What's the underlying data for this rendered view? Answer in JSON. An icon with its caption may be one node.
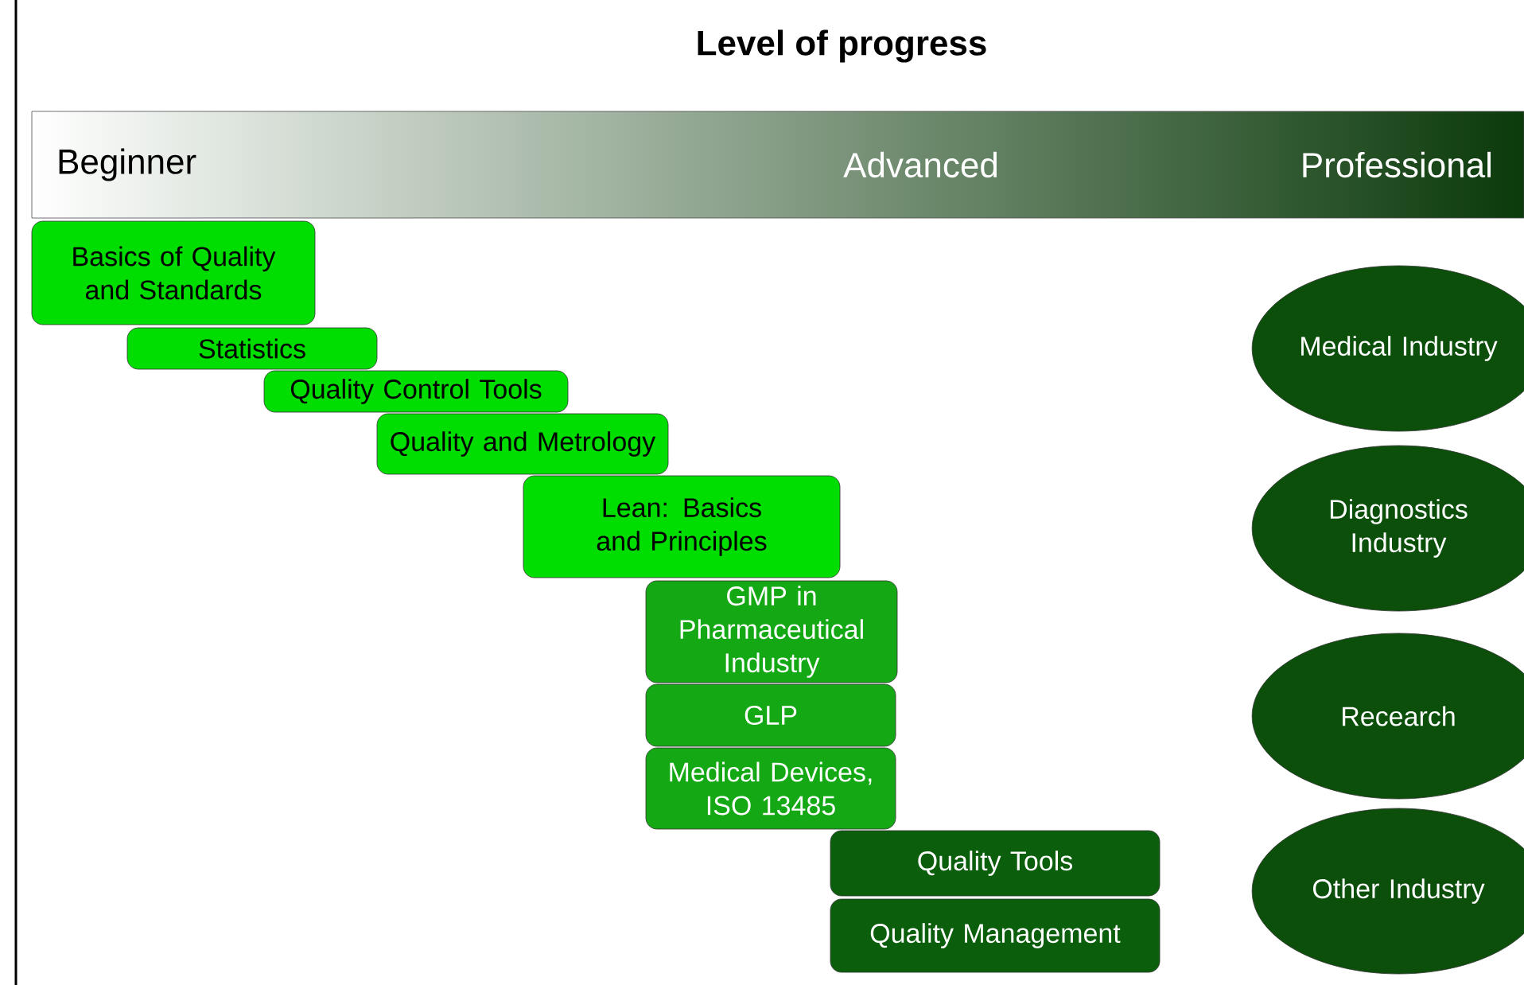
{
  "diagram": {
    "title": "Level of progress",
    "nodes": [
      {
        "text": [
          "Beginner",
          "Advanced",
          "Professional"
        ]
      },
      {
        "text": [
          "Basics of Quality and Standards"
        ]
      },
      {
        "text": [
          "Statistics"
        ]
      },
      {
        "text": [
          "Quality Control Tools"
        ]
      },
      {
        "text": [
          "Quality and Metrology"
        ]
      },
      {
        "text": [
          "Lean: Basics and Principles"
        ]
      },
      {
        "text": [
          "GMP in Pharmaceutical Industry"
        ]
      },
      {
        "text": [
          "GLP"
        ]
      },
      {
        "text": [
          "Medical Devices, ISO 13485"
        ]
      },
      {
        "text": [
          "Quality Tools"
        ]
      },
      {
        "text": [
          "Quality Management"
        ]
      },
      {
        "text": [
          "Medical Industry"
        ]
      },
      {
        "text": [
          "Diagnostics Industry"
        ]
      },
      {
        "text": [
          "Recearch"
        ]
      },
      {
        "text": [
          "Other Industry"
        ]
      }
    ]
  }
}
